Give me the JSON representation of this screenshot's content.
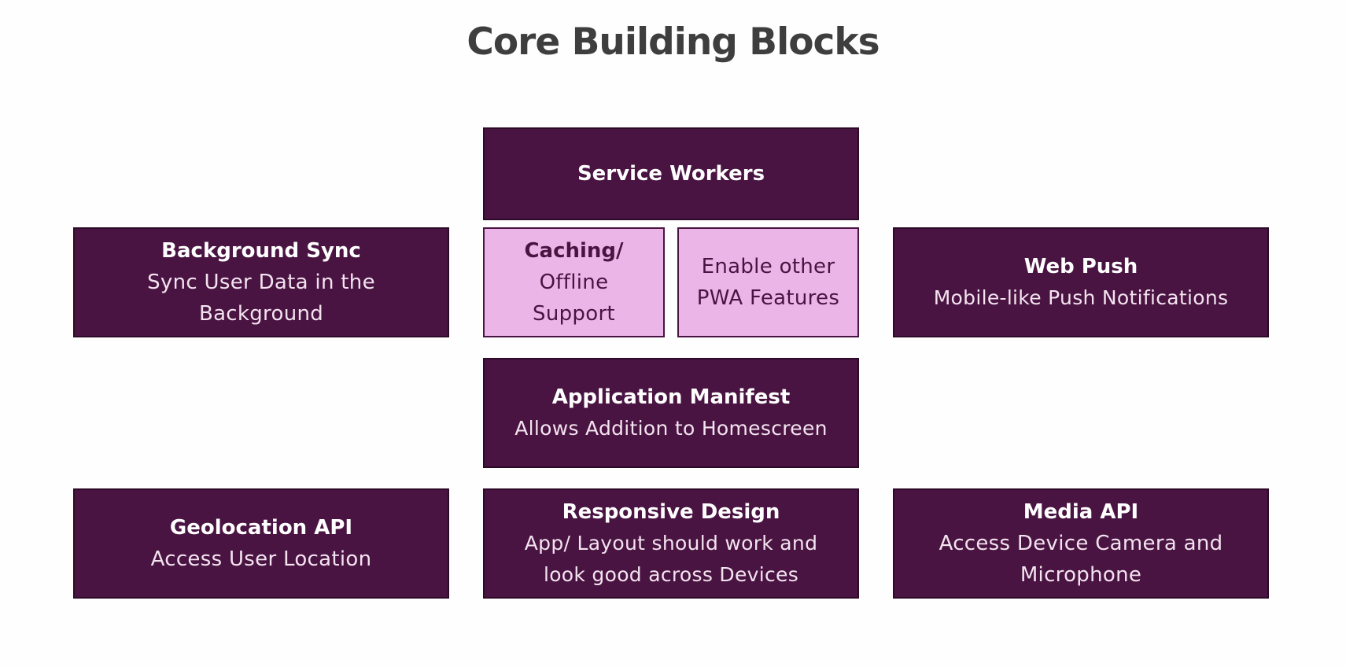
{
  "title": "Core Building Blocks",
  "blocks": {
    "service_workers": {
      "name": "Service Workers"
    },
    "background_sync": {
      "name": "Background Sync",
      "desc": "Sync User Data in the Background"
    },
    "caching": {
      "name": "Caching/",
      "desc": "Offline Support"
    },
    "enable_other": {
      "desc": "Enable other PWA Features"
    },
    "web_push": {
      "name": "Web Push",
      "desc": "Mobile-like Push Notifications"
    },
    "app_manifest": {
      "name": "Application Manifest",
      "desc": "Allows Addition to Homescreen"
    },
    "geolocation": {
      "name": "Geolocation API",
      "desc": "Access User Location"
    },
    "responsive": {
      "name": "Responsive Design",
      "desc": "App/ Layout should work and look good across Devices"
    },
    "media_api": {
      "name": "Media API",
      "desc": "Access Device Camera and Microphone"
    }
  },
  "colors": {
    "dark_block": "#4a1442",
    "light_block": "#ebb6e7",
    "title": "#3e3e3e"
  }
}
